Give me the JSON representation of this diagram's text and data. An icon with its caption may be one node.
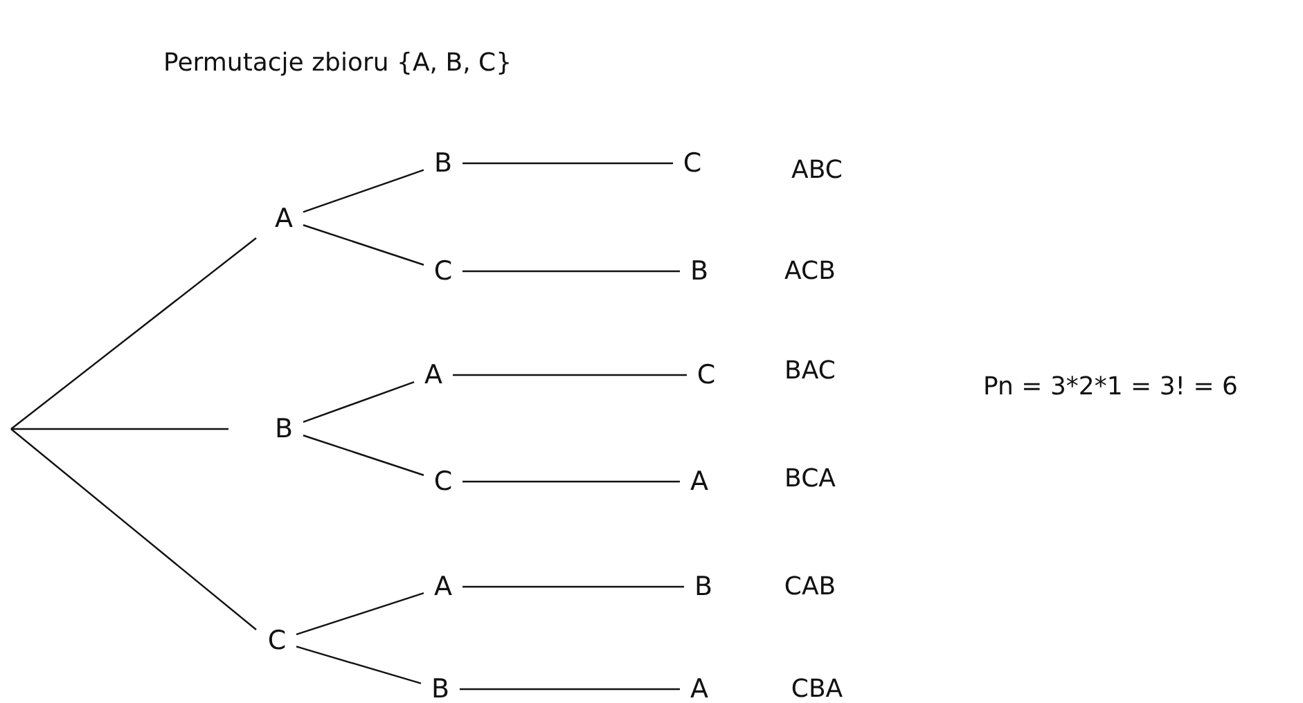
{
  "diagram": {
    "title": "Permutacje zbioru {A, B, C}",
    "nodes": [
      {
        "text": [
          "A"
        ]
      },
      {
        "text": [
          "B"
        ]
      },
      {
        "text": [
          "C"
        ]
      },
      {
        "text": [
          "B"
        ]
      },
      {
        "text": [
          "C"
        ]
      },
      {
        "text": [
          "A"
        ]
      },
      {
        "text": [
          "C"
        ]
      },
      {
        "text": [
          "A"
        ]
      },
      {
        "text": [
          "B"
        ]
      },
      {
        "text": [
          "C"
        ],
        "beside": [
          "ABC"
        ]
      },
      {
        "text": [
          "B"
        ],
        "beside": [
          "ACB"
        ]
      },
      {
        "text": [
          "C"
        ],
        "beside": [
          "BAC"
        ]
      },
      {
        "text": [
          "A"
        ],
        "beside": [
          "BCA"
        ]
      },
      {
        "text": [
          "B"
        ],
        "beside": [
          "CAB"
        ]
      },
      {
        "text": [
          "A"
        ],
        "beside": [
          "CBA"
        ]
      }
    ],
    "edges": [
      {
        "from": null,
        "to": 0,
        "arrow": "none"
      },
      {
        "from": null,
        "to": 1,
        "arrow": "none"
      },
      {
        "from": null,
        "to": 2,
        "arrow": "none"
      },
      {
        "from": 0,
        "to": 3,
        "arrow": "none"
      },
      {
        "from": 0,
        "to": 4,
        "arrow": "none"
      },
      {
        "from": 1,
        "to": 5,
        "arrow": "none"
      },
      {
        "from": 1,
        "to": 6,
        "arrow": "none"
      },
      {
        "from": 2,
        "to": 7,
        "arrow": "none"
      },
      {
        "from": 2,
        "to": 8,
        "arrow": "none"
      },
      {
        "from": 3,
        "to": 9,
        "arrow": "none"
      },
      {
        "from": 4,
        "to": 10,
        "arrow": "none"
      },
      {
        "from": 5,
        "to": 11,
        "arrow": "none"
      },
      {
        "from": 6,
        "to": 12,
        "arrow": "none"
      },
      {
        "from": 7,
        "to": 13,
        "arrow": "none"
      },
      {
        "from": 8,
        "to": 14,
        "arrow": "none"
      }
    ],
    "labels": [
      "Pn = 3*2*1 = 3! = 6"
    ]
  }
}
